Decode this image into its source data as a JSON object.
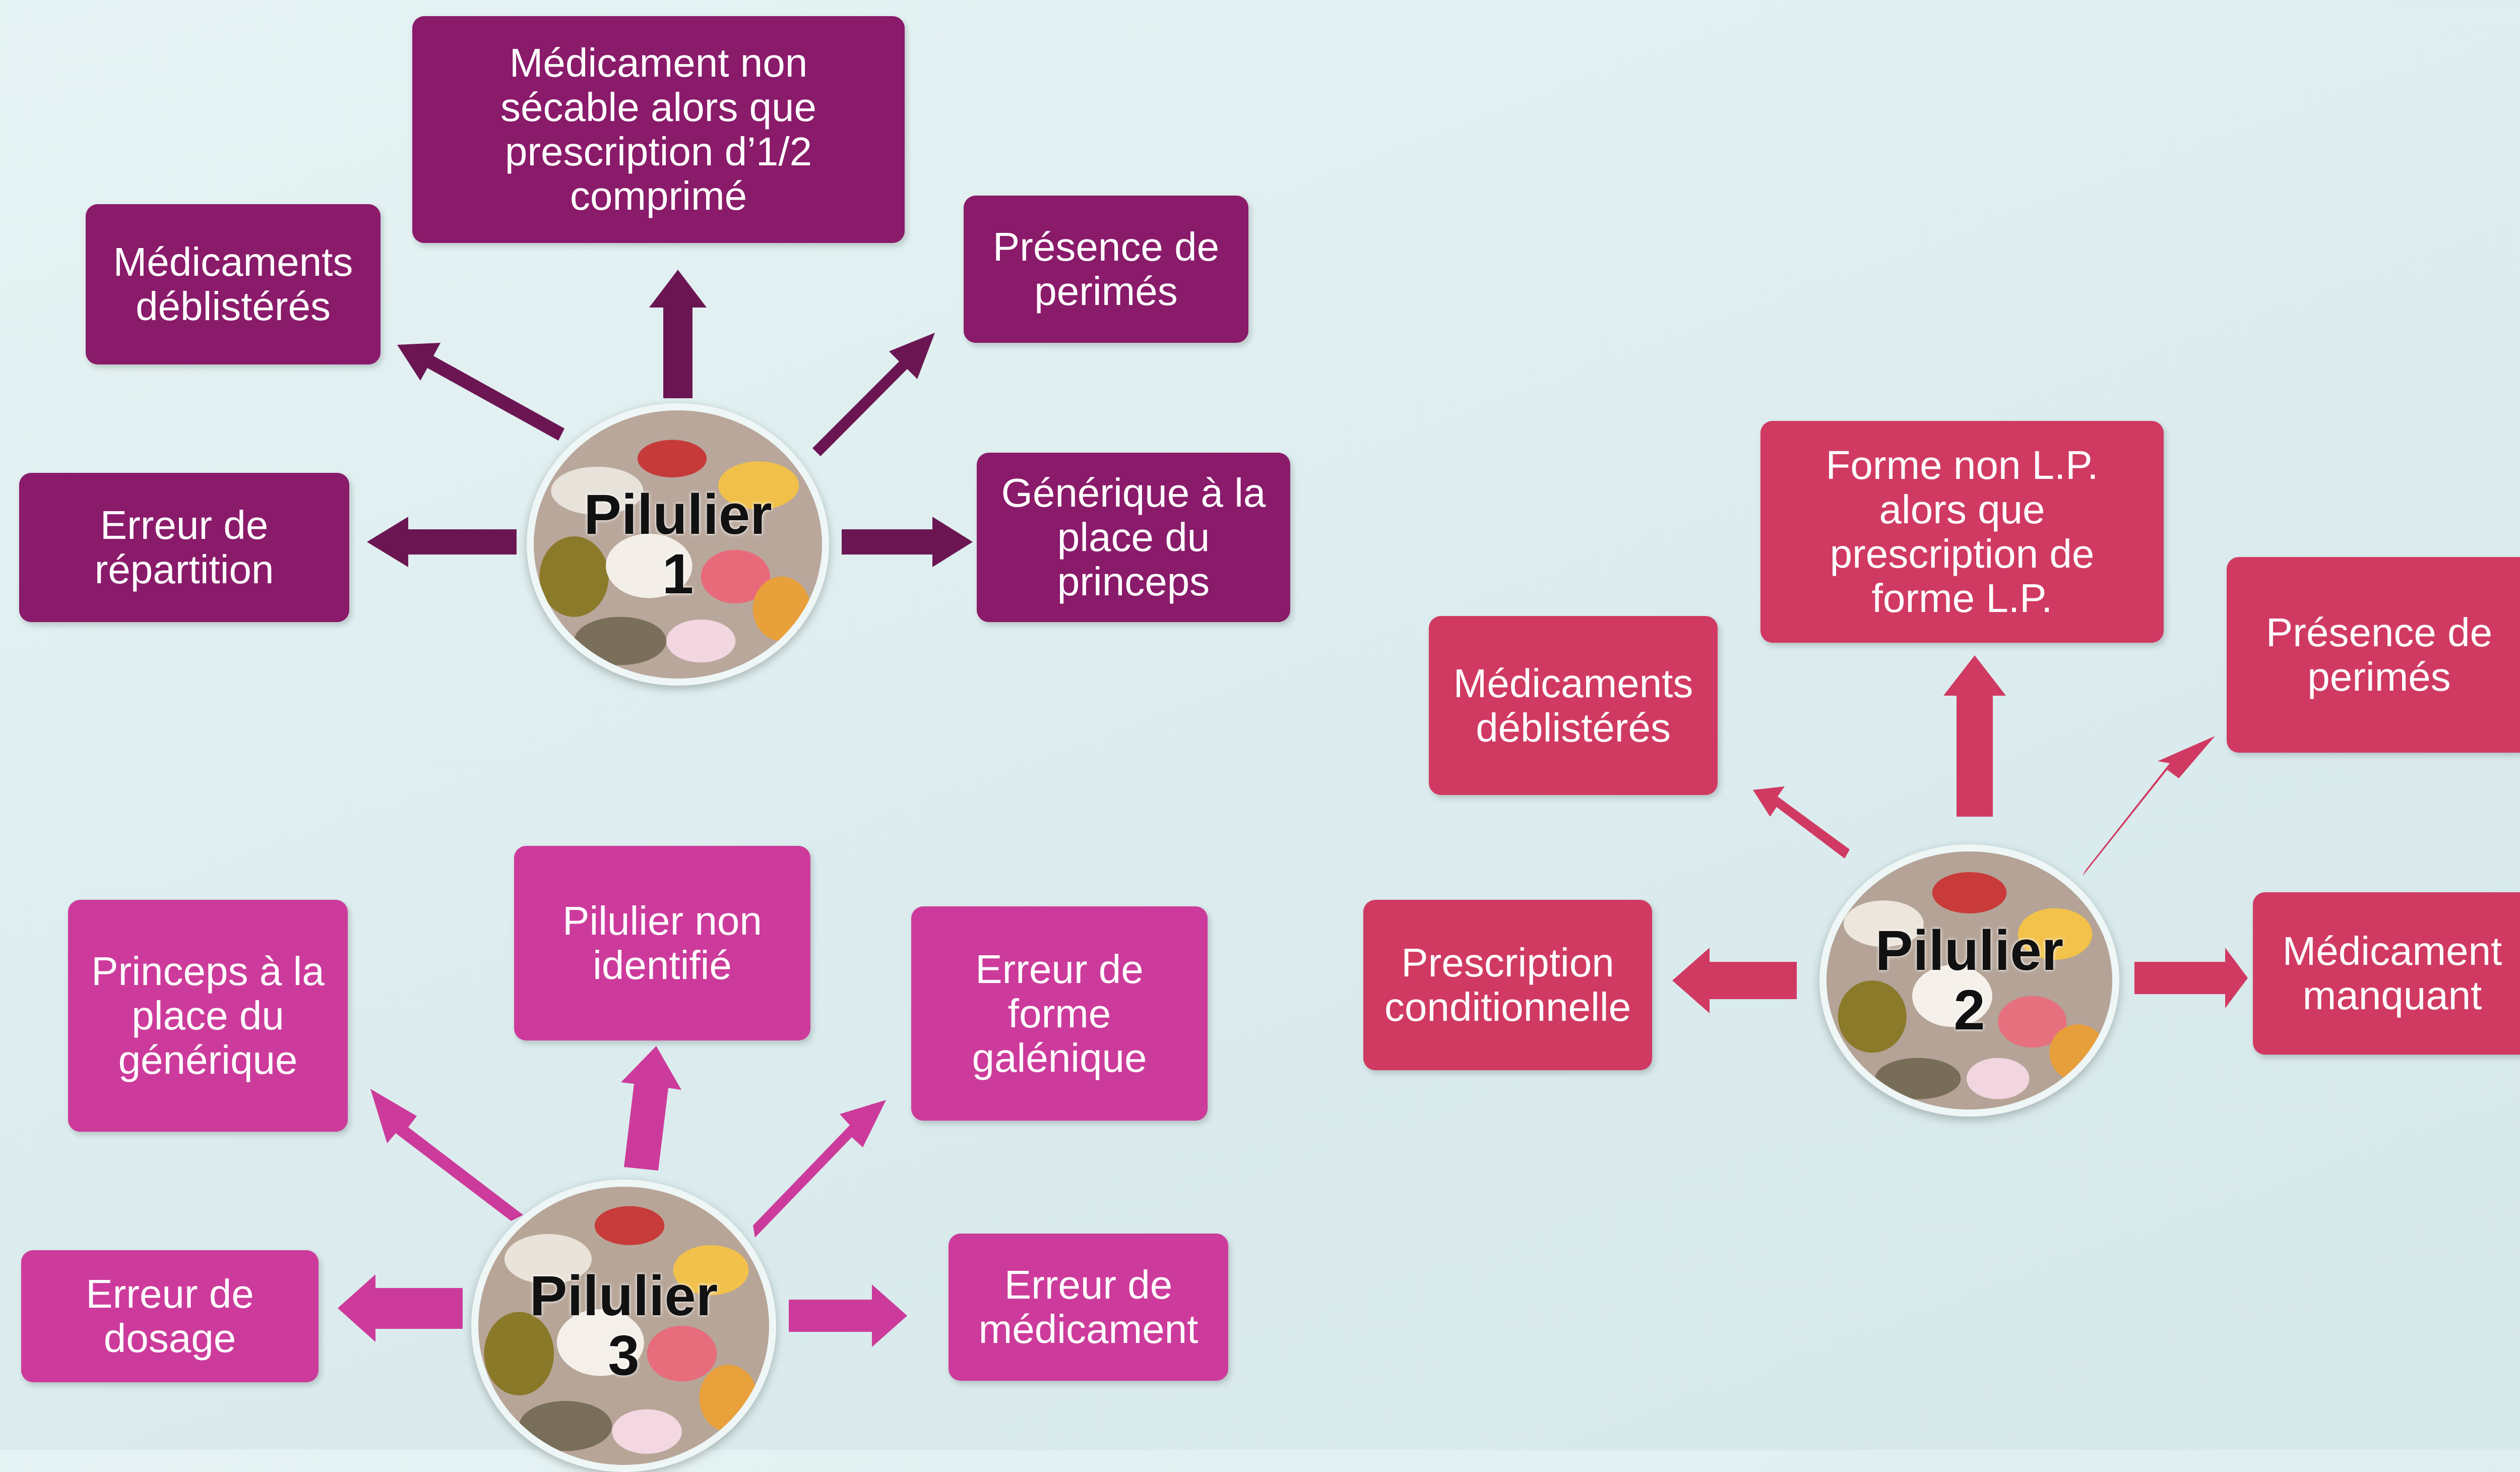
{
  "colors": {
    "background": "#e2f1f2",
    "pilulier_1": "#8a1a6a",
    "pilulier_1_arrows": "#6b1652",
    "pilulier_2": "#d03a62",
    "pilulier_2_arrows": "#d03a62",
    "pilulier_3": "#cc3b9b",
    "pilulier_3_arrows": "#cc3b9b"
  },
  "hubs": {
    "pilulier_1": {
      "label": "Pilulier\n1",
      "icon": "pills-photo-icon"
    },
    "pilulier_2": {
      "label": "Pilulier\n2",
      "icon": "pills-photo-icon"
    },
    "pilulier_3": {
      "label": "Pilulier\n3",
      "icon": "pills-photo-icon"
    }
  },
  "pilulier_1": {
    "non_breakable": "Médicament non\nsécable alors que\nprescription d’1/2\ncomprimé",
    "unblistered": "Médicaments\ndéblistérés",
    "expired": "Présence de\nperimés",
    "distribution_error": "Erreur de\nrépartition",
    "generic_instead_of_brand": "Générique à la\nplace du\nprinceps"
  },
  "pilulier_2": {
    "non_lp_form": "Forme non L.P.\nalors que\nprescription de\nforme L.P.",
    "unblistered": "Médicaments\ndéblistérés",
    "expired": "Présence de\nperimés",
    "conditional_prescription": "Prescription\nconditionnelle",
    "missing_drug": "Médicament\nmanquant"
  },
  "pilulier_3": {
    "brand_instead_of_generic": "Princeps à la\nplace du\ngénérique",
    "unidentified": "Pilulier non\nidentifié",
    "galenic_form_error": "Erreur de\nforme\ngalénique",
    "dosage_error": "Erreur de\ndosage",
    "drug_error": "Erreur de\nmédicament"
  }
}
